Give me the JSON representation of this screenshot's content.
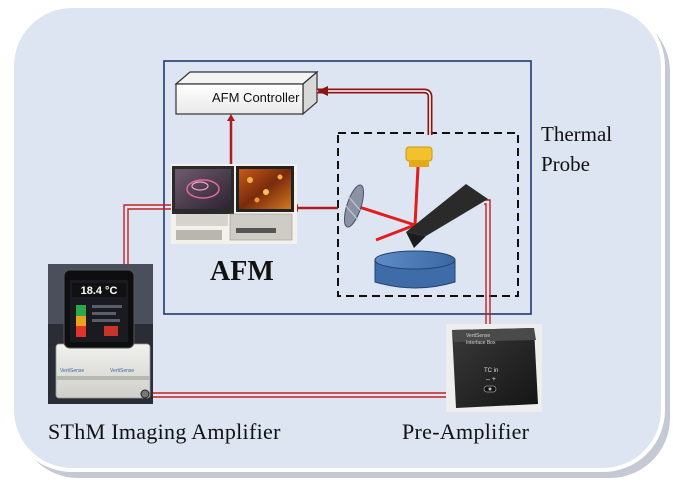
{
  "labels": {
    "afm_controller": "AFM Controller",
    "thermal_line1": "Thermal",
    "thermal_line2": "Probe",
    "afm": "AFM",
    "imaging_amplifier": "SThM Imaging Amplifier",
    "pre_amplifier": "Pre-Amplifier"
  },
  "device_text": {
    "temperature_readout": "18.4 °C",
    "interface_box_title_1": "VertiSense",
    "interface_box_title_2": "Interface Box",
    "interface_box_port": "TC in"
  },
  "colors": {
    "background_panel": "#dde5f2",
    "frame_border": "#1f3a6b",
    "cable": "#b01c1c",
    "laser": "#e31d1d",
    "sample": "#4a78b5",
    "tip_holder": "#f2c12e"
  },
  "icons": [
    "afm-controller-box",
    "monitor-screens",
    "mirror-icon",
    "cantilever-icon",
    "sample-stage-icon",
    "laser-source-icon",
    "imaging-amplifier-device",
    "pre-amplifier-box"
  ]
}
